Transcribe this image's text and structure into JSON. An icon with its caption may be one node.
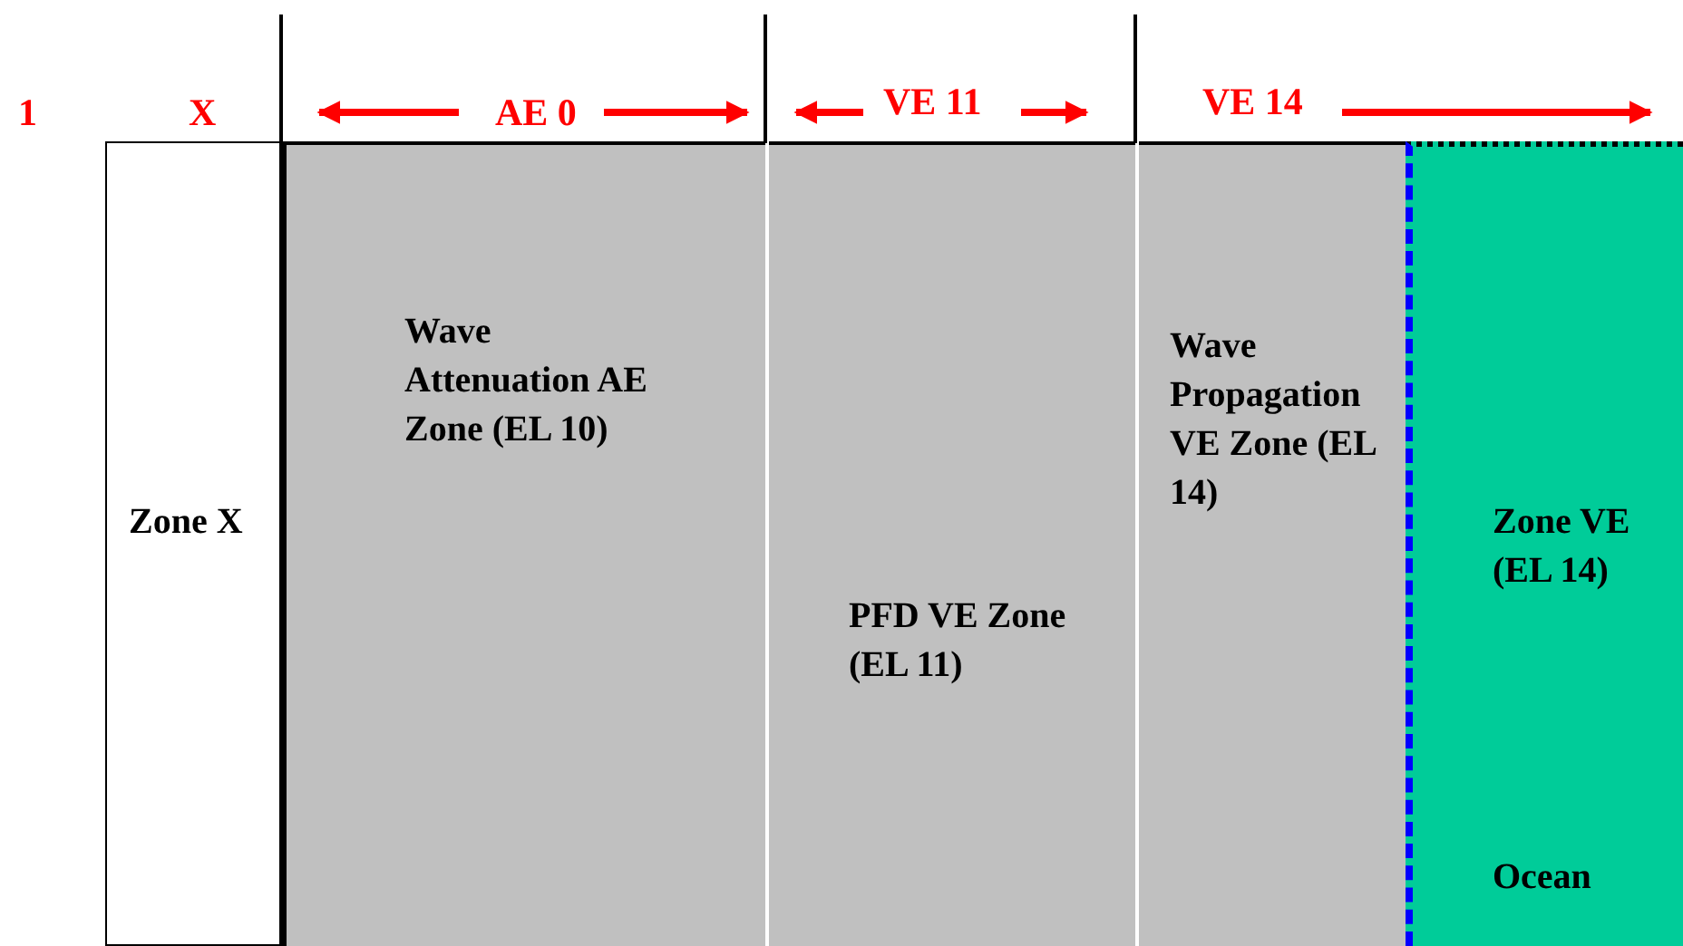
{
  "diagram": {
    "nodes": [
      {
        "text": [
          "Zone X"
        ]
      },
      {
        "text": [
          "Wave Attenuation AE Zone (EL 10)"
        ]
      },
      {
        "text": [
          "PFD VE Zone (EL 11)"
        ]
      },
      {
        "text": [
          "Wave Propagation VE Zone (EL 14)"
        ]
      },
      {
        "text": [
          "Zone VE (EL 14)",
          "Ocean"
        ]
      }
    ],
    "edges": [],
    "labels": [
      "1",
      "X",
      "AE 0",
      "VE 11",
      "VE 14"
    ]
  }
}
